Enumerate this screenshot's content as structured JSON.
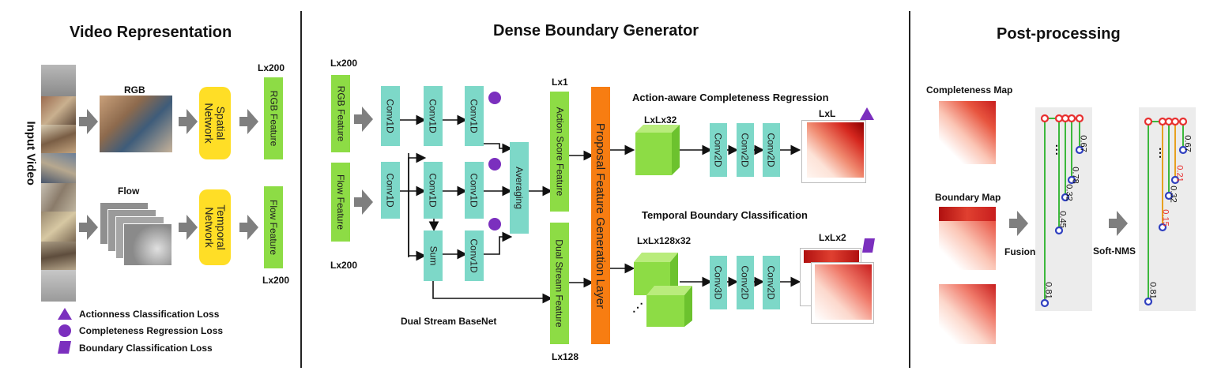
{
  "sections": {
    "video_representation": "Video Representation",
    "dense_boundary_generator": "Dense Boundary Generator",
    "post_processing": "Post-processing"
  },
  "video_rep": {
    "input_label": "Input Video",
    "rgb_label": "RGB",
    "flow_label": "Flow",
    "spatial_net": "Spatial Network",
    "temporal_net": "Temporal Network",
    "rgb_feature": "RGB Feature",
    "flow_feature": "Flow Feature",
    "dim_top": "Lx200",
    "dim_bottom": "Lx200"
  },
  "legend": [
    {
      "shape": "triangle",
      "label": "Actionness Classification Loss"
    },
    {
      "shape": "circle",
      "label": "Completeness Regression Loss"
    },
    {
      "shape": "parallelogram",
      "label": "Boundary Classification Loss"
    }
  ],
  "dbg": {
    "rgb_feature": "RGB Feature",
    "flow_feature": "Flow Feature",
    "dim_rgb": "Lx200",
    "dim_flow": "Lx200",
    "conv1d": "Conv1D",
    "sum": "Sum",
    "averaging": "Averaging",
    "basenet_label": "Dual Stream BaseNet",
    "dim_lx1": "Lx1",
    "action_score_feature": "Action Score Feature",
    "dual_stream_feature": "Dual Stream Feature",
    "dim_lx128": "Lx128",
    "pfg_layer": "Proposal Feature Generation Layer",
    "acr_title": "Action-aware Completeness Regression",
    "tbc_title": "Temporal Boundary Classification",
    "dim_lxlx32": "LxLx32",
    "dim_lxlx128x32": "LxLx128x32",
    "conv2d": "Conv2D",
    "conv3d": "Conv3D",
    "map_lxl": "LxL",
    "map_lxlx2": "LxLx2"
  },
  "post": {
    "completeness_map": "Completeness Map",
    "boundary_map": "Boundary Map",
    "fusion": "Fusion",
    "soft_nms": "Soft-NMS",
    "fusion_scores": [
      "0.67",
      "0.78",
      "0.32",
      "0.45",
      "0.81"
    ],
    "nms_scores": [
      "0.67",
      "0.21",
      "0.32",
      "0.15",
      "0.81"
    ],
    "ellipsis": "..."
  },
  "colors": {
    "feature_green": "#8ddc45",
    "conv_cyan": "#7dd8c8",
    "network_yellow": "#ffde26",
    "pfg_orange": "#f77d12",
    "loss_purple": "#7b2fbe",
    "panel_gray": "#ececec",
    "line_green": "#3cb83c",
    "line_orange": "#e8a020",
    "node_red": "#e83030",
    "node_blue": "#3040c0"
  }
}
